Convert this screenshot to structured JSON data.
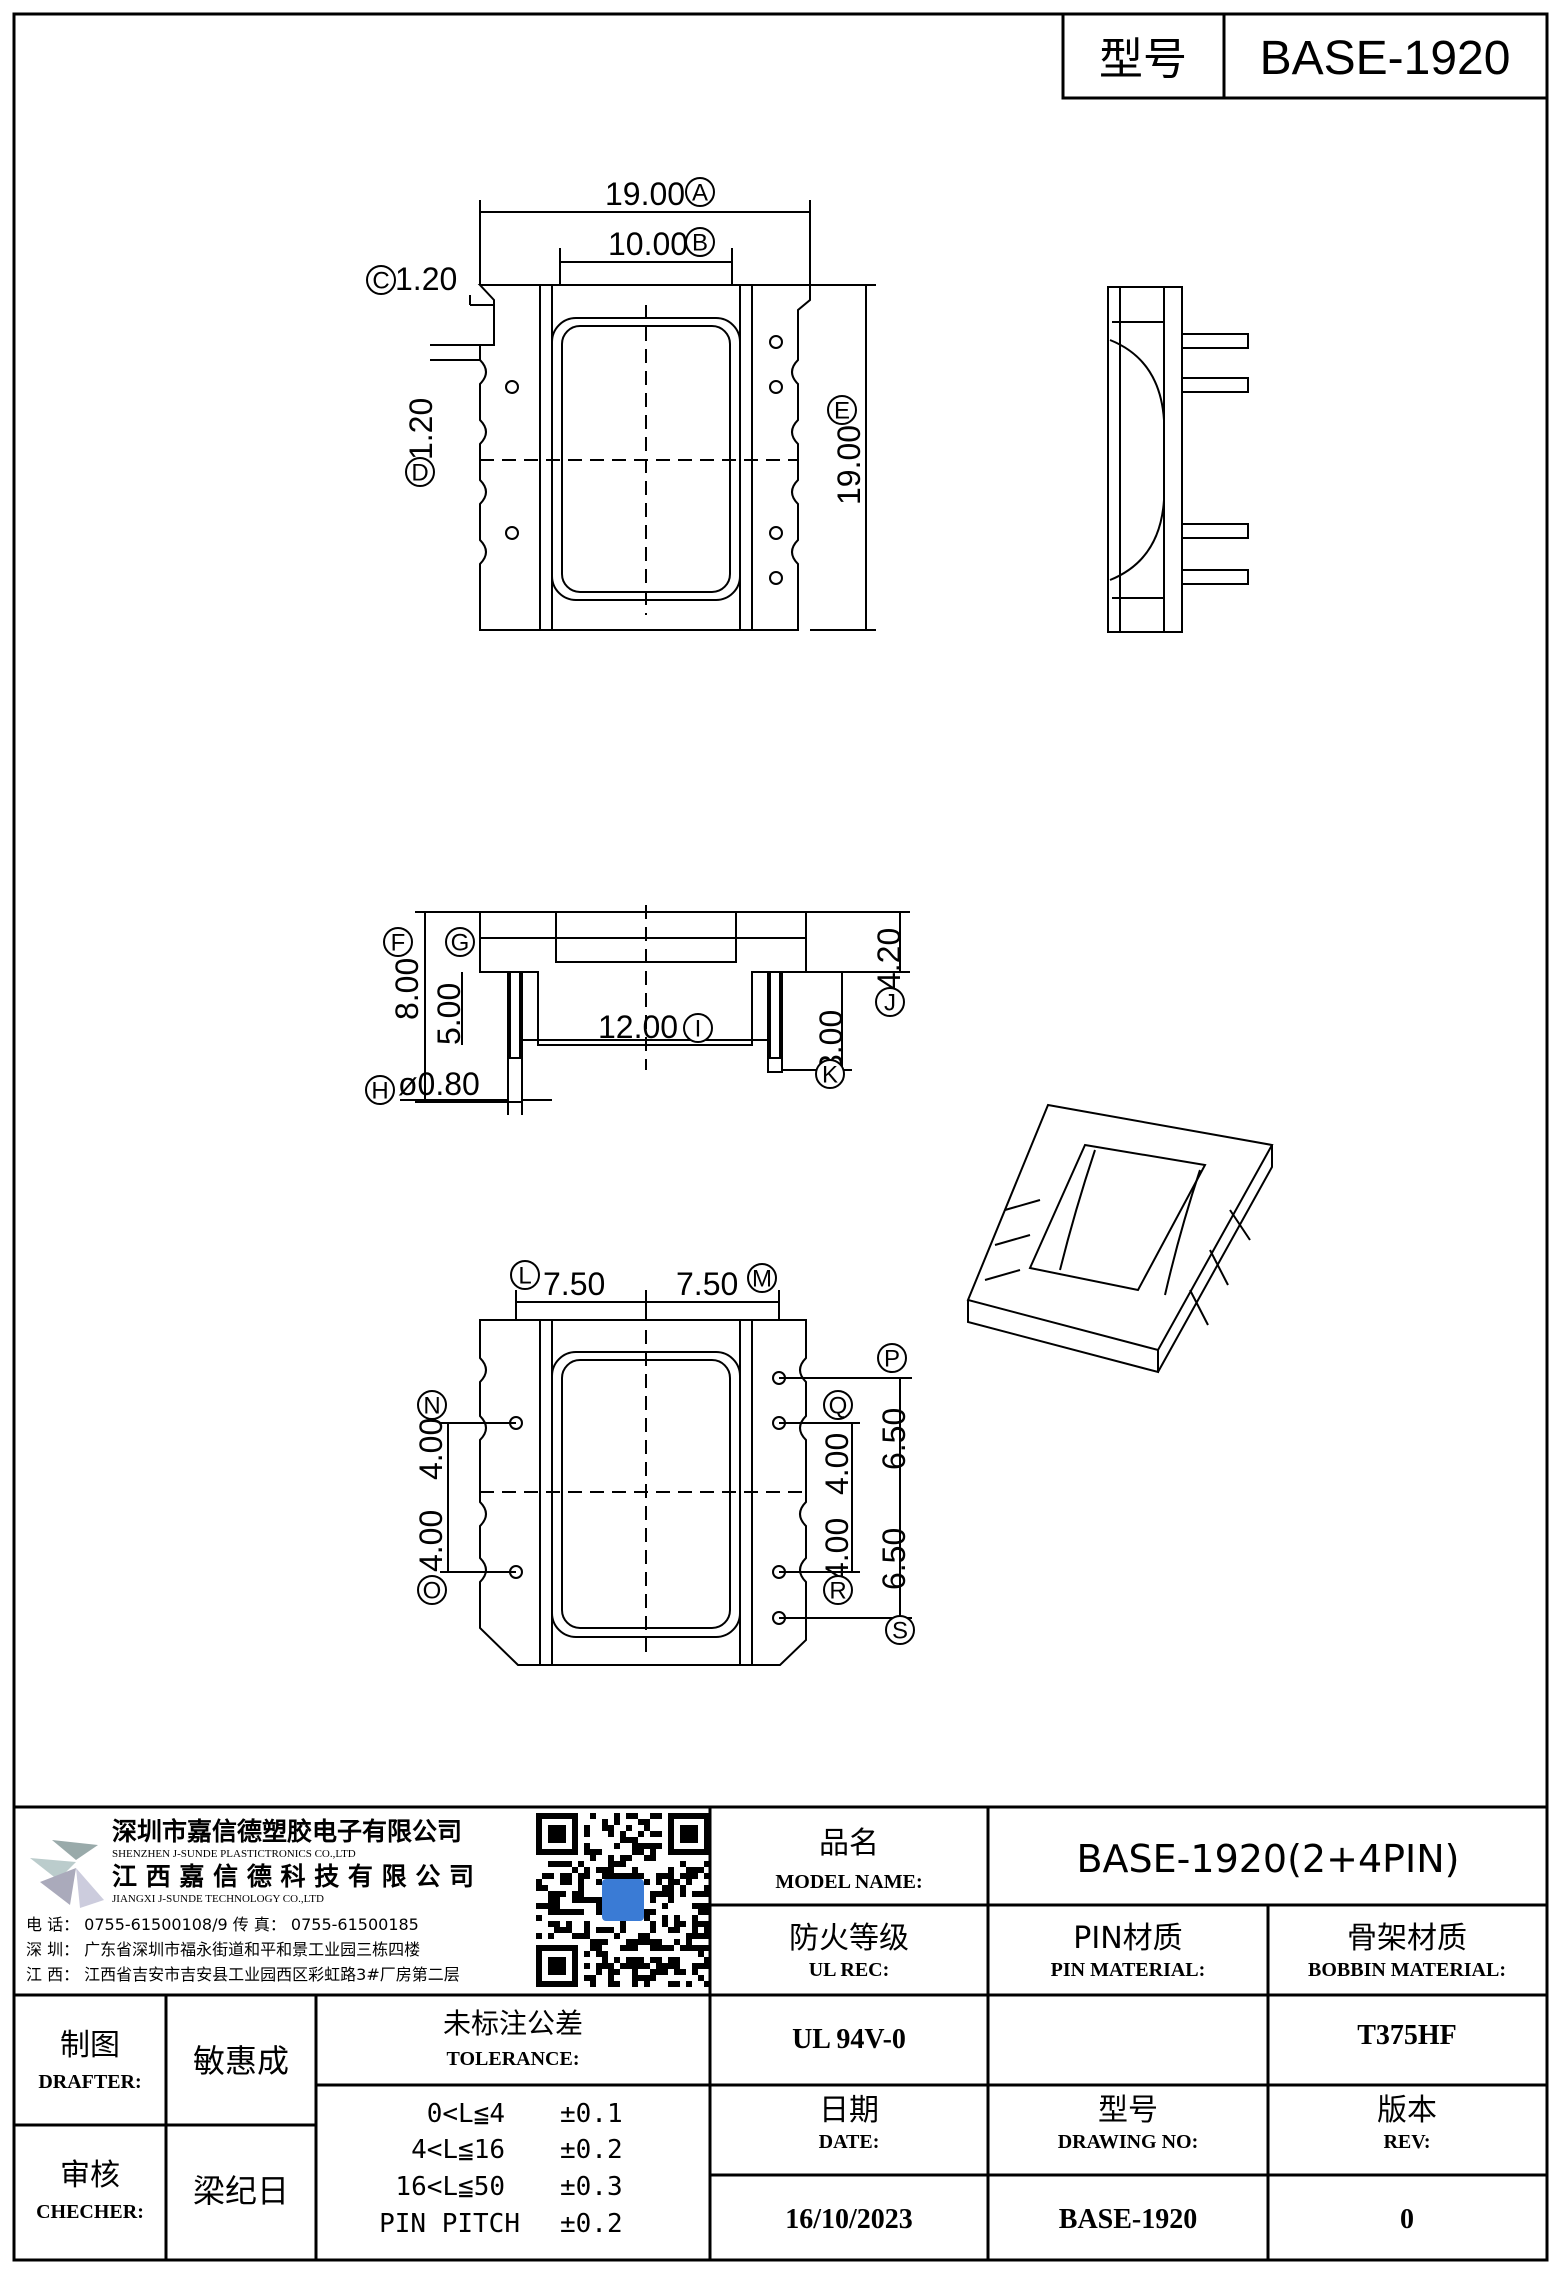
{
  "header": {
    "type_label": "型号",
    "type_value": "BASE-1920"
  },
  "dimensions": {
    "A": "19.00",
    "B": "10.00",
    "C": "1.20",
    "D": "1.20",
    "E": "19.00",
    "F": "8.00",
    "G": "5.00",
    "H": "ø0.80",
    "I": "12.00",
    "J": "4.20",
    "K": "3.00",
    "L": "7.50",
    "M": "7.50",
    "N": "4.00",
    "O": "4.00",
    "Q": "4.00",
    "R": "4.00",
    "P_S_upper": "6.50",
    "P_S_lower": "6.50"
  },
  "markers": [
    "A",
    "B",
    "C",
    "D",
    "E",
    "F",
    "G",
    "H",
    "I",
    "J",
    "K",
    "L",
    "M",
    "N",
    "O",
    "P",
    "Q",
    "R",
    "S"
  ],
  "company": {
    "name_sz": "深圳市嘉信德塑胶电子有限公司",
    "name_sz_en": "SHENZHEN J-SUNDE PLASTICTRONICS CO.,LTD",
    "name_jx": "江 西 嘉 信 德 科 技 有 限 公 司",
    "name_jx_en": "JIANGXI J-SUNDE TECHNOLOGY CO.,LTD",
    "phone_line": "电 话： 0755-61500108/9          传 真： 0755-61500185",
    "addr_sz": "深 圳： 广东省深圳市福永街道和平和景工业园三栋四楼",
    "addr_jx": "江 西： 江西省吉安市吉安县工业园西区彩虹路3#厂房第二层"
  },
  "title_block": {
    "model_name_cn": "品名",
    "model_name_en": "MODEL NAME:",
    "model_name_value": "BASE-1920(2+4PIN)",
    "ul_cn": "防火等级",
    "ul_en": "UL REC:",
    "ul_value": "UL 94V-0",
    "pin_cn": "PIN材质",
    "pin_en": "PIN MATERIAL:",
    "pin_value": "",
    "bobbin_cn": "骨架材质",
    "bobbin_en": "BOBBIN MATERIAL:",
    "bobbin_value": "T375HF",
    "drafter_cn": "制图",
    "drafter_en": "DRAFTER:",
    "drafter_value": "敏惠成",
    "checker_cn": "审核",
    "checker_en": "CHECHER:",
    "checker_value": "梁纪日",
    "tolerance_cn": "未标注公差",
    "tolerance_en": "TOLERANCE:",
    "tolerances": [
      {
        "range": "0<L≦4",
        "value": "±0.1"
      },
      {
        "range": "4<L≦16",
        "value": "±0.2"
      },
      {
        "range": "16<L≦50",
        "value": "±0.3"
      },
      {
        "range": "PIN PITCH",
        "value": "±0.2"
      }
    ],
    "date_cn": "日期",
    "date_en": "DATE:",
    "date_value": "16/10/2023",
    "drawing_cn": "型号",
    "drawing_en": "DRAWING NO:",
    "drawing_value": "BASE-1920",
    "rev_cn": "版本",
    "rev_en": "REV:",
    "rev_value": "0"
  }
}
